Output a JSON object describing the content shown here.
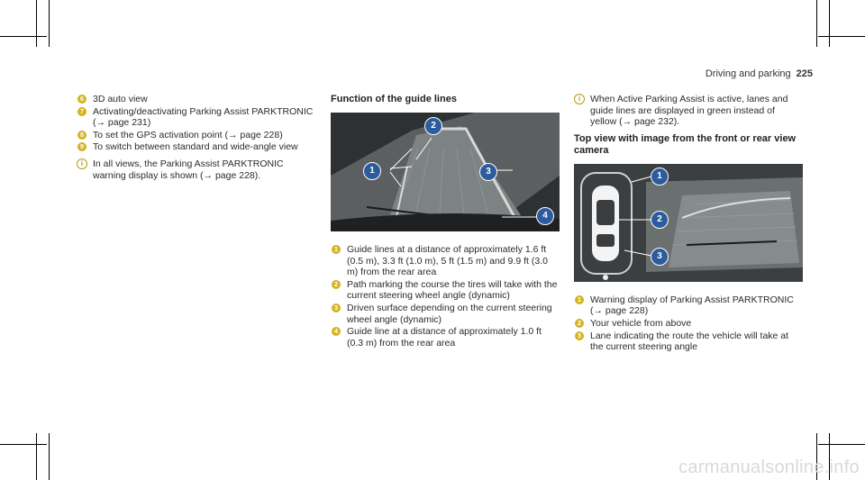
{
  "header": {
    "section": "Driving and parking",
    "page_number": "225"
  },
  "col1": {
    "items": [
      {
        "num": "6",
        "text": "3D auto view"
      },
      {
        "num": "7",
        "text": "Activating/deactivating Parking Assist PARKTRONIC (→ page 231)"
      },
      {
        "num": "8",
        "text": "To set the GPS activation point (→ page 228)"
      },
      {
        "num": "9",
        "text": "To switch between standard and wide-angle view"
      }
    ],
    "note": "In all views, the Parking Assist PARKTRONIC warning display is shown (→ page 228)."
  },
  "col2": {
    "heading": "Function of the guide lines",
    "callouts": [
      "1",
      "2",
      "3",
      "4"
    ],
    "items": [
      {
        "num": "1",
        "text": "Guide lines at a distance of approximately 1.6 ft (0.5 m), 3.3 ft (1.0 m), 5 ft (1.5 m) and 9.9 ft (3.0 m) from the rear area"
      },
      {
        "num": "2",
        "text": "Path marking the course the tires will take with the current steering wheel angle (dynamic)"
      },
      {
        "num": "3",
        "text": "Driven surface depending on the current steering wheel angle (dynamic)"
      },
      {
        "num": "4",
        "text": "Guide line at a distance of approximately 1.0 ft (0.3 m) from the rear area"
      }
    ]
  },
  "col3": {
    "note": "When Active Parking Assist is active, lanes and guide lines are displayed in green instead of yellow (→ page 232).",
    "heading": "Top view with image from the front or rear view camera",
    "callouts": [
      "1",
      "2",
      "3"
    ],
    "items": [
      {
        "num": "1",
        "text": "Warning display of Parking Assist PARKTRONIC (→ page 228)"
      },
      {
        "num": "2",
        "text": "Your vehicle from above"
      },
      {
        "num": "3",
        "text": "Lane indicating the route the vehicle will take at the current steering angle"
      }
    ]
  },
  "watermark": "carmanualsonline.info",
  "colors": {
    "bullet": "#d3b321",
    "callout": "#2c5c9e",
    "camera_bg": "#3a3d3f"
  }
}
